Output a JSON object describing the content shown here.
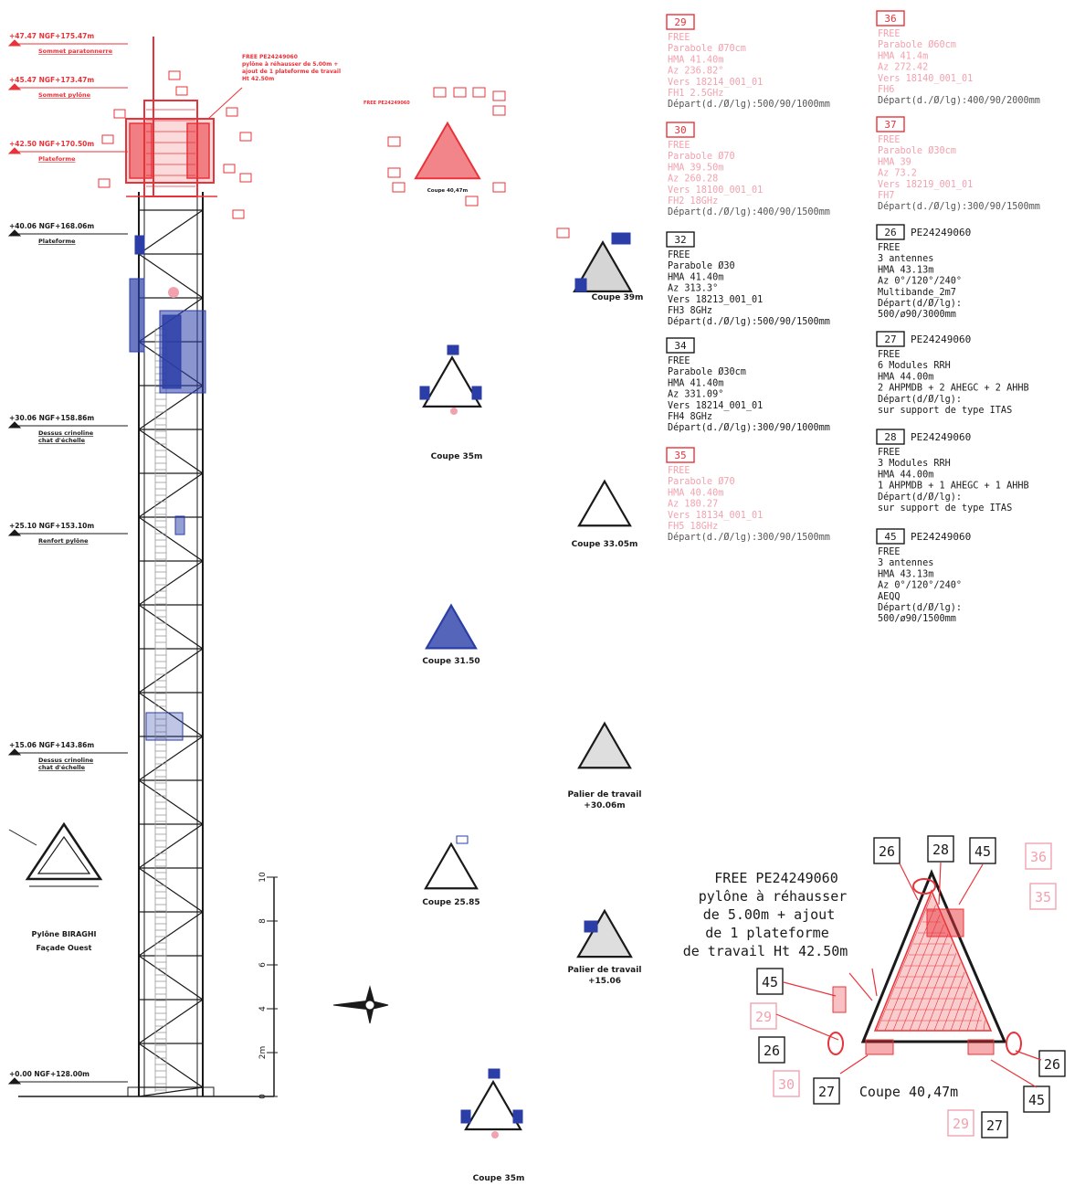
{
  "colors": {
    "red": "#e8333a",
    "pink": "#f2a2ae",
    "blue": "#2b3ea8",
    "black": "#1a1a1a",
    "gray": "#9a9a9a"
  },
  "elevations": [
    {
      "label": "+47.47  NGF+175.47m",
      "caption": "Sommet paratonnerre",
      "color": "red"
    },
    {
      "label": "+45.47  NGF+173.47m",
      "caption": "Sommet pylône",
      "color": "red"
    },
    {
      "label": "+42.50  NGF+170.50m",
      "caption": "Plateforme",
      "color": "red"
    },
    {
      "label": "+40.06  NGF+168.06m",
      "caption": "Plateforme",
      "color": "black"
    },
    {
      "label": "+30.06  NGF+158.86m",
      "caption": "Dessus crinoline",
      "caption2": "chat d'échelle",
      "color": "black"
    },
    {
      "label": "+25.10  NGF+153.10m",
      "caption": "Renfort pylône",
      "color": "black"
    },
    {
      "label": "+15.06  NGF+143.86m",
      "caption": "Dessus crinoline",
      "caption2": "chat d'échelle",
      "color": "black"
    },
    {
      "label": "+0.00  NGF+128.00m",
      "caption": "",
      "color": "black"
    }
  ],
  "small_note": {
    "lines": [
      "FREE PE24249060",
      "pylône à réhausser de 5.00m +",
      "ajout de 1 plateforme de travail",
      "Ht 42.50m"
    ]
  },
  "elevation_title": {
    "line1": "Pylône BIRAGHI",
    "line2": "Façade Ouest"
  },
  "scale_bar": {
    "ticks": [
      "0",
      "2m",
      "4",
      "6",
      "8",
      "10"
    ]
  },
  "sections": [
    {
      "label": "Coupe 40,47m"
    },
    {
      "label": "Coupe 39m"
    },
    {
      "label": "Coupe 35m"
    },
    {
      "label": "Coupe 33.05m"
    },
    {
      "label": "Coupe 31.50"
    },
    {
      "label": "Palier de travail",
      "label2": "+30.06m"
    },
    {
      "label": "Coupe 25.85"
    },
    {
      "label": "Palier de travail",
      "label2": "+15.06"
    },
    {
      "label": "Coupe 35m"
    }
  ],
  "equipment_left": [
    {
      "id": "29",
      "lines": [
        "FREE",
        "Parabole Ø70cm",
        "HMA 41.40m",
        "Az 236.82°",
        "Vers 18214_001_01",
        "FH1 2.5GHz",
        "Départ(d./Ø/lg):500/90/1000mm"
      ],
      "faded": true
    },
    {
      "id": "30",
      "lines": [
        "FREE",
        "Parabole Ø70",
        "HMA 39.50m",
        "Az 260.28",
        "Vers 18100_001_01",
        "FH2 18GHz",
        "Départ(d./Ø/lg):400/90/1500mm"
      ],
      "faded": true
    },
    {
      "id": "32",
      "lines": [
        "FREE",
        "Parabole Ø30",
        "HMA 41.40m",
        "Az 313.3°",
        "Vers 18213_001_01",
        "FH3 8GHz",
        "Départ(d./Ø/lg):500/90/1500mm"
      ],
      "faded": false
    },
    {
      "id": "34",
      "lines": [
        "FREE",
        "Parabole Ø30cm",
        "HMA 41.40m",
        "Az 331.09°",
        "Vers 18214_001_01",
        "FH4 8GHz",
        "Départ(d./Ø/lg):300/90/1000mm"
      ],
      "faded": false
    },
    {
      "id": "35",
      "lines": [
        "FREE",
        "Parabole Ø70",
        "HMA 40.40m",
        "Az 180.27",
        "Vers 18134_001_01",
        "FH5 18GHz",
        "Départ(d./Ø/lg):300/90/1500mm"
      ],
      "faded": true
    }
  ],
  "equipment_right": [
    {
      "id": "36",
      "lines": [
        "FREE",
        "Parabole Ø60cm",
        "HMA 41.4m",
        "Az 272.42",
        "Vers 18140_001_01",
        "FH6",
        "Départ(d./Ø/lg):400/90/2000mm"
      ],
      "faded": true
    },
    {
      "id": "37",
      "lines": [
        "FREE",
        "Parabole Ø30cm",
        "HMA 39",
        "Az 73.2",
        "Vers 18219_001_01",
        "FH7",
        "Départ(d./Ø/lg):300/90/1500mm"
      ],
      "faded": true
    },
    {
      "id": "26",
      "ref": "PE24249060",
      "lines": [
        "FREE",
        "3 antennes",
        "HMA 43.13m",
        "Az 0°/120°/240°",
        "Multibande_2m7",
        "Départ(d/Ø/lg):",
        "500/ø90/3000mm"
      ],
      "faded": false
    },
    {
      "id": "27",
      "ref": "PE24249060",
      "lines": [
        "FREE",
        "6 Modules RRH",
        "HMA 44.00m",
        "2 AHPMDB + 2 AHEGC + 2 AHHB",
        "Départ(d/Ø/lg):",
        "sur support de type ITAS"
      ],
      "faded": false
    },
    {
      "id": "28",
      "ref": "PE24249060",
      "lines": [
        "FREE",
        "3 Modules RRH",
        "HMA 44.00m",
        "1 AHPMDB + 1 AHEGC + 1 AHHB",
        "Départ(d/Ø/lg):",
        "sur support de type ITAS"
      ],
      "faded": false
    },
    {
      "id": "45",
      "ref": "PE24249060",
      "lines": [
        "FREE",
        "3 antennes",
        "HMA 43.13m",
        "Az 0°/120°/240°",
        "AEQQ",
        "Départ(d/Ø/lg):",
        "500/ø90/1500mm"
      ],
      "faded": false
    }
  ],
  "detail": {
    "note": [
      "FREE  PE24249060",
      "pylône à réhausser",
      "de 5.00m + ajout",
      "de 1 plateforme",
      "de travail Ht 42.50m"
    ],
    "tags": [
      "26",
      "28",
      "45",
      "36",
      "35",
      "45",
      "29",
      "26",
      "30",
      "27",
      "26",
      "45",
      "29",
      "27"
    ]
  }
}
